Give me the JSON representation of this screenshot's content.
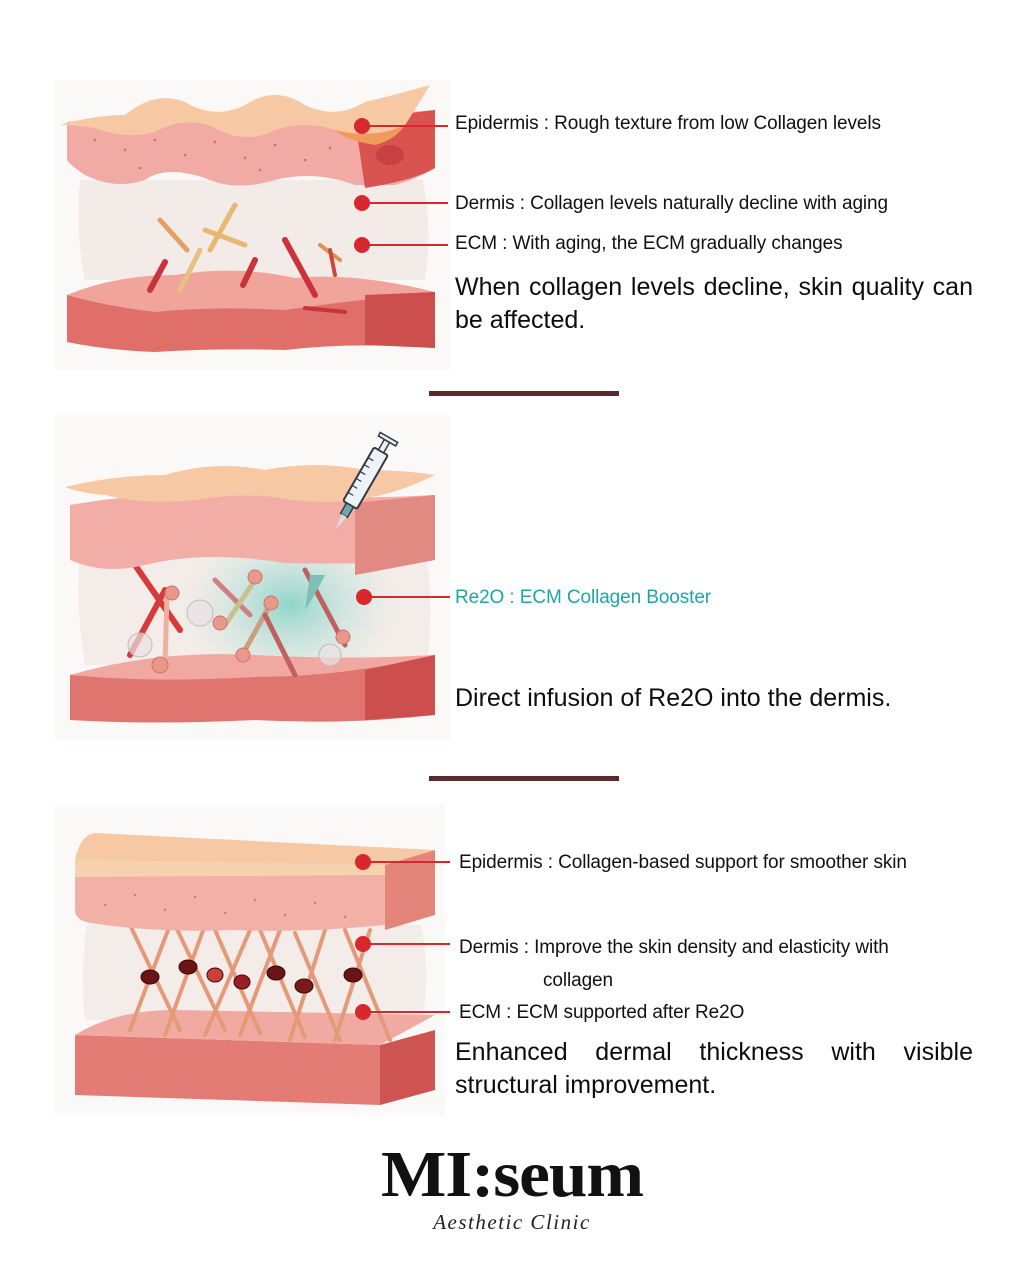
{
  "colors": {
    "leader_red": "#d9272e",
    "divider": "#5a2a2e",
    "accent_teal": "#1fa5a5",
    "text": "#111111"
  },
  "panels": [
    {
      "id": "before",
      "illustration": "damaged-skin-layers-with-broken-collagen",
      "labels": [
        {
          "layer": "Epidermis",
          "text": "Epidermis : Rough texture from low Collagen levels"
        },
        {
          "layer": "Dermis",
          "text": "Dermis : Collagen levels naturally decline with aging"
        },
        {
          "layer": "ECM",
          "text": "ECM : With aging, the ECM gradually changes"
        }
      ],
      "summary": "When collagen levels decline, skin quality can be affected."
    },
    {
      "id": "treatment",
      "illustration": "syringe-injecting-re2o-into-dermis",
      "labels": [
        {
          "layer": "Re2O",
          "text": "Re2O : ECM Collagen Booster"
        }
      ],
      "summary": "Direct infusion of Re2O into the dermis."
    },
    {
      "id": "after",
      "illustration": "restored-skin-layers-with-crosslinked-collagen",
      "labels": [
        {
          "layer": "Epidermis",
          "text": "Epidermis : Collagen-based support for smoother skin"
        },
        {
          "layer": "Dermis",
          "text": "Dermis : Improve the skin density and elasticity with",
          "continuation": "collagen"
        },
        {
          "layer": "ECM",
          "text": "ECM : ECM supported after Re2O"
        }
      ],
      "summary": "Enhanced dermal thickness with visible structural improvement."
    }
  ],
  "footer": {
    "logo": "MI:seum",
    "tagline": "Aesthetic Clinic"
  }
}
